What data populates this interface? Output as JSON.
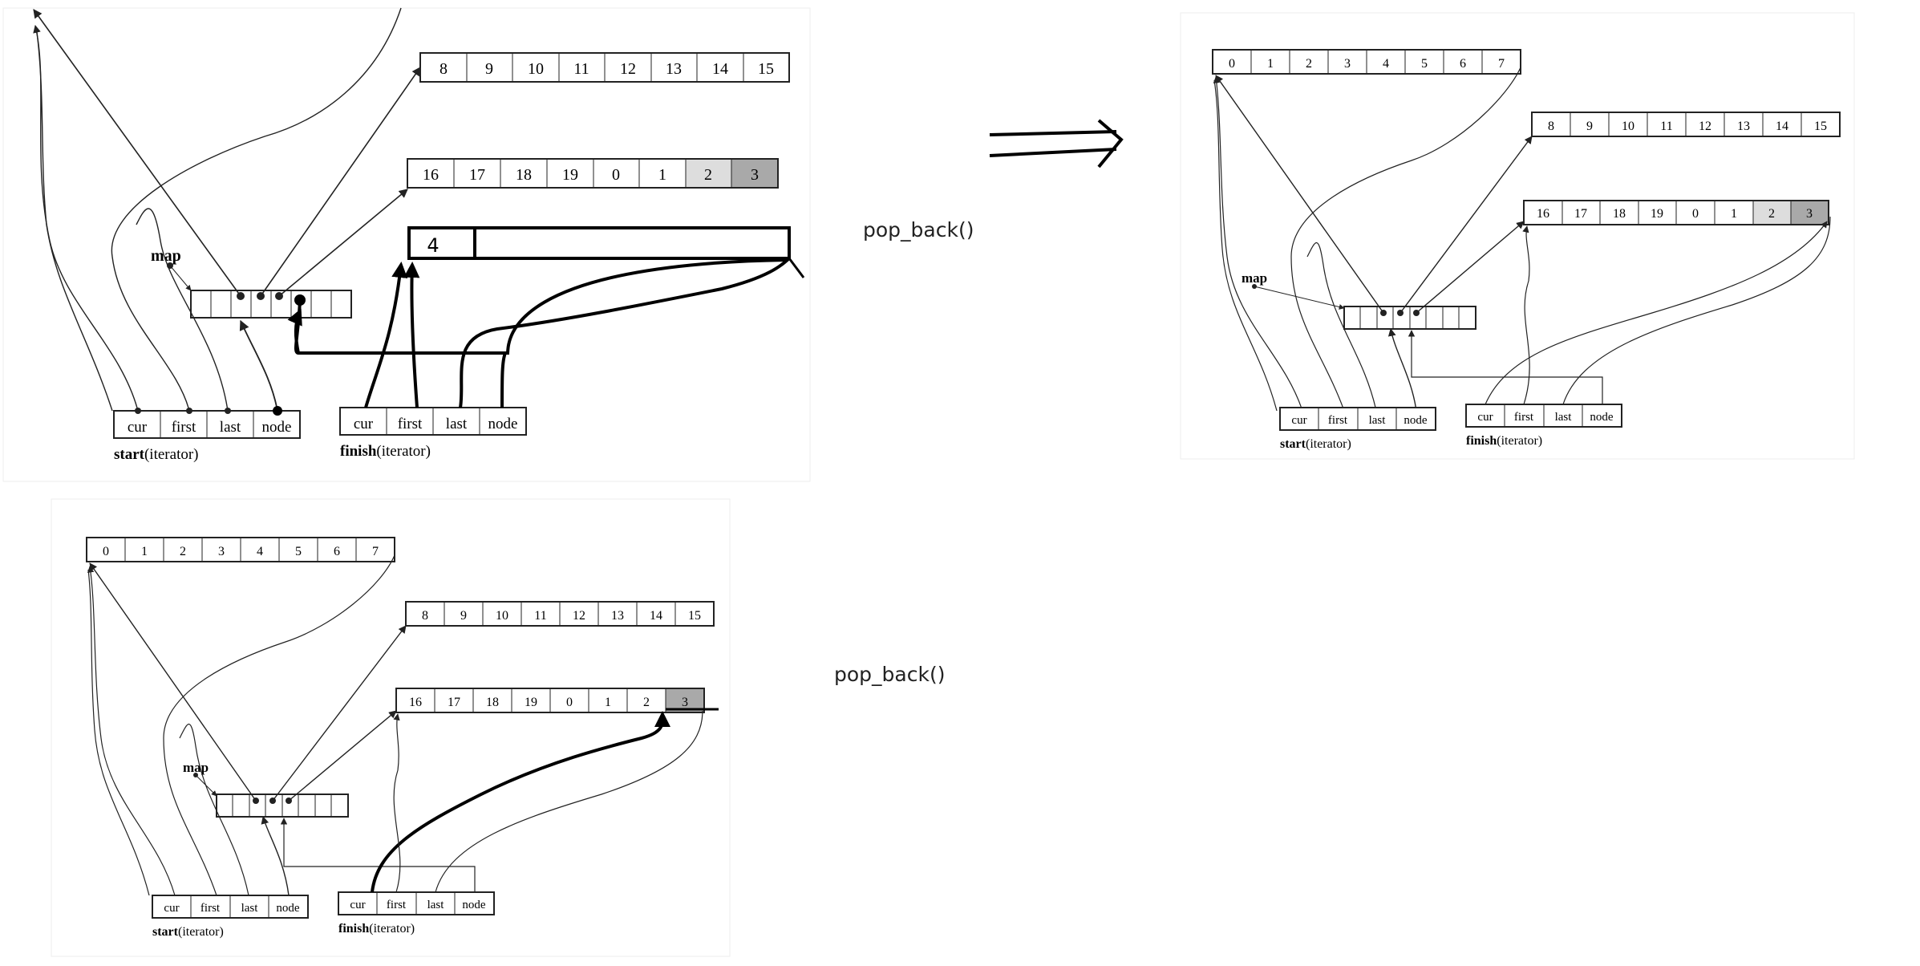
{
  "panels": [
    {
      "id": "p1",
      "map_label": "map",
      "rows": [
        {
          "cells": [
            "8",
            "9",
            "10",
            "11",
            "12",
            "13",
            "14",
            "15"
          ]
        },
        {
          "cells": [
            "16",
            "17",
            "18",
            "19",
            "0",
            "1",
            "2",
            "3"
          ],
          "shaded_last": true
        },
        {
          "cells": [
            "4"
          ],
          "hand_drawn": true
        }
      ],
      "start": {
        "label_bold": "start",
        "label_rest": "(iterator)",
        "fields": [
          "cur",
          "first",
          "last",
          "node"
        ]
      },
      "finish": {
        "label_bold": "finish",
        "label_rest": "(iterator)",
        "fields": [
          "cur",
          "first",
          "last",
          "node"
        ]
      }
    },
    {
      "id": "p2",
      "map_label": "map",
      "rows": [
        {
          "cells": [
            "0",
            "1",
            "2",
            "3",
            "4",
            "5",
            "6",
            "7"
          ]
        },
        {
          "cells": [
            "8",
            "9",
            "10",
            "11",
            "12",
            "13",
            "14",
            "15"
          ]
        },
        {
          "cells": [
            "16",
            "17",
            "18",
            "19",
            "0",
            "1",
            "2",
            "3"
          ],
          "shaded_last": true
        }
      ],
      "start": {
        "label_bold": "start",
        "label_rest": "(iterator)",
        "fields": [
          "cur",
          "first",
          "last",
          "node"
        ]
      },
      "finish": {
        "label_bold": "finish",
        "label_rest": "(iterator)",
        "fields": [
          "cur",
          "first",
          "last",
          "node"
        ]
      }
    },
    {
      "id": "p3",
      "map_label": "map",
      "rows": [
        {
          "cells": [
            "0",
            "1",
            "2",
            "3",
            "4",
            "5",
            "6",
            "7"
          ]
        },
        {
          "cells": [
            "8",
            "9",
            "10",
            "11",
            "12",
            "13",
            "14",
            "15"
          ]
        },
        {
          "cells": [
            "16",
            "17",
            "18",
            "19",
            "0",
            "1",
            "2",
            "3"
          ],
          "shaded_last": true
        }
      ],
      "start": {
        "label_bold": "start",
        "label_rest": "(iterator)",
        "fields": [
          "cur",
          "first",
          "last",
          "node"
        ]
      },
      "finish": {
        "label_bold": "finish",
        "label_rest": "(iterator)",
        "fields": [
          "cur",
          "first",
          "last",
          "node"
        ]
      }
    }
  ],
  "operation_labels": [
    "pop_back()",
    "pop_back()"
  ],
  "colors": {
    "line": "#222222",
    "shade": "#a9a9a9",
    "marker": "#000000"
  }
}
